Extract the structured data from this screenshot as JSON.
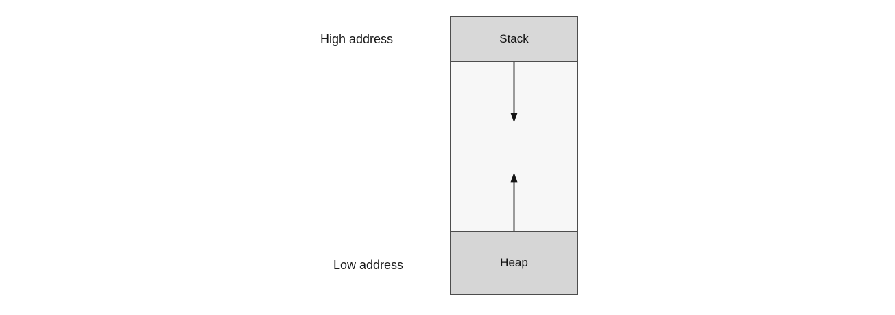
{
  "figure": {
    "labels": {
      "high_address": "High address",
      "low_address": "Low address"
    },
    "regions": {
      "stack": "Stack",
      "heap": "Heap"
    },
    "arrows": [
      {
        "name": "stack-growth",
        "direction": "down"
      },
      {
        "name": "heap-growth",
        "direction": "up"
      }
    ],
    "colors": {
      "background": "#ffffff",
      "stack_fill": "#d8d8d8",
      "heap_fill": "#d6d6d6",
      "middle_fill": "#f7f7f7",
      "border": "#4d4d4d",
      "arrow": "#1c1c1c",
      "text": "#1a1a1a"
    }
  }
}
